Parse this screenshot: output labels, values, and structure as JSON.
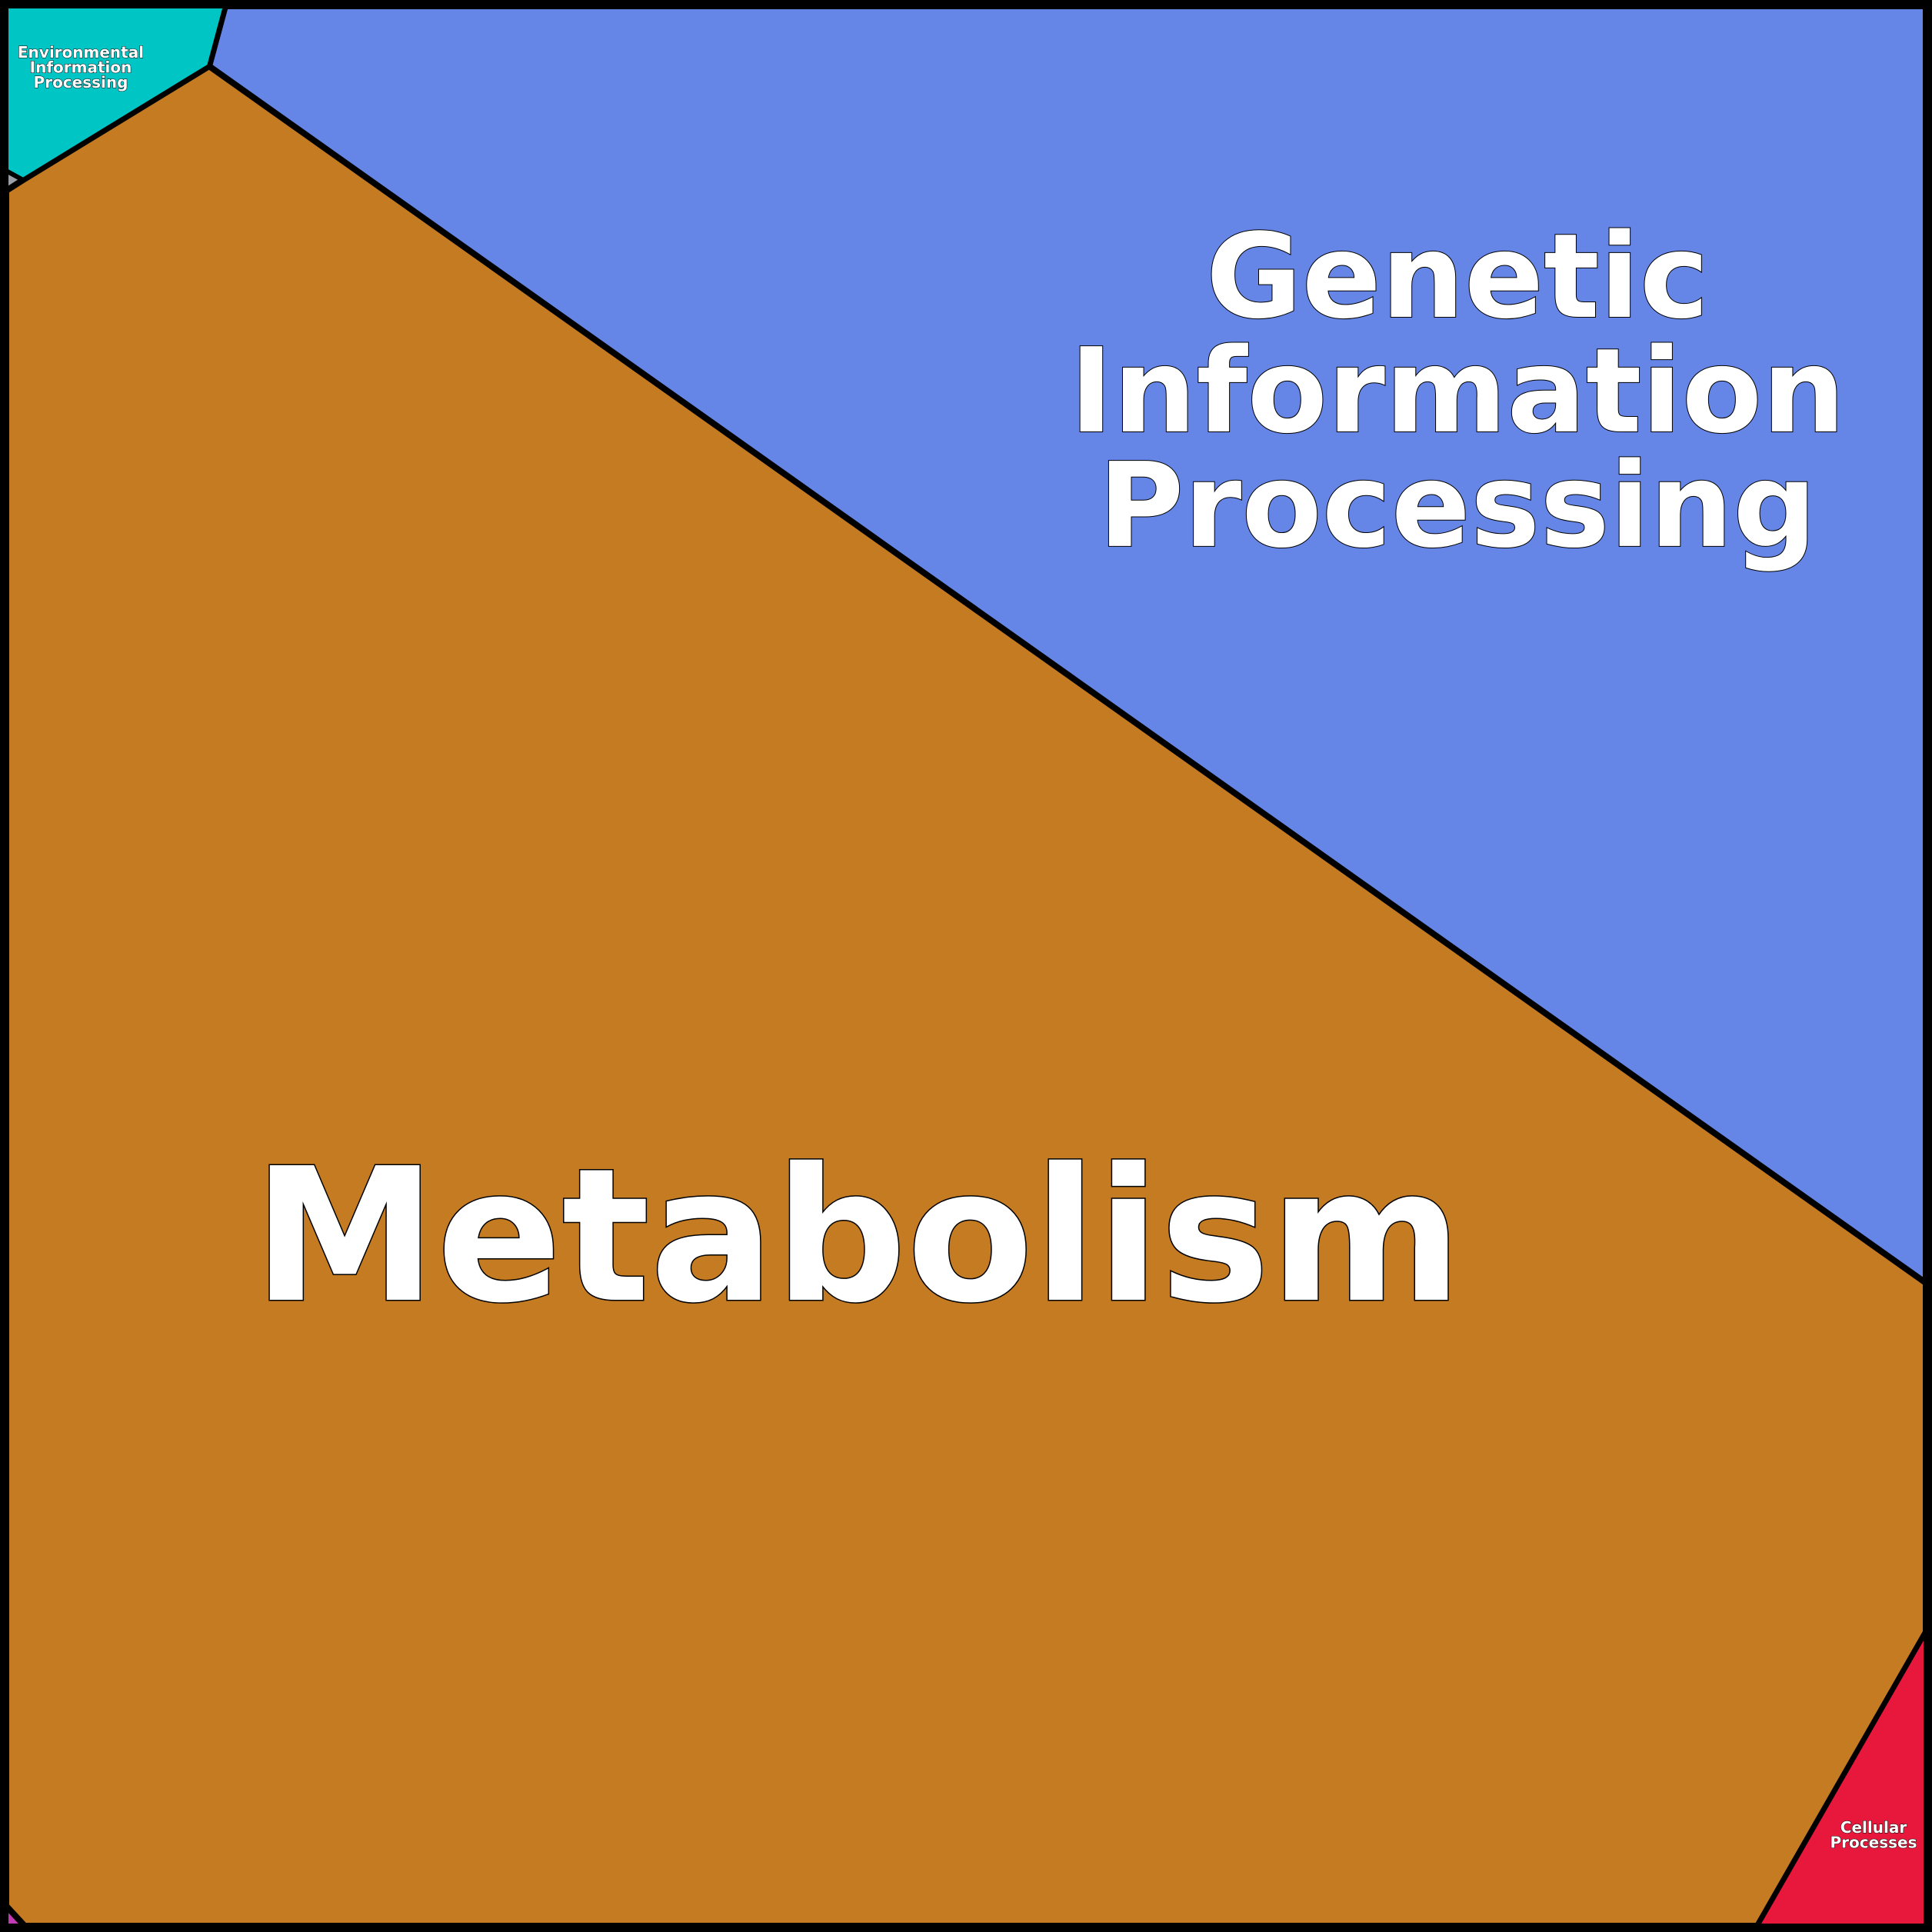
{
  "colors": {
    "border": "#000000",
    "label": "#ffffff"
  },
  "cells": [
    {
      "id": "metabolism",
      "label_lines": [
        "Metabolism"
      ],
      "color": "#c47b22"
    },
    {
      "id": "genetic-information-processing",
      "label_lines": [
        "Genetic",
        "Information",
        "Processing"
      ],
      "color": "#6586e6"
    },
    {
      "id": "environmental-information-processing",
      "label_lines": [
        "Environmental",
        "Information",
        "Processing"
      ],
      "color": "#00c5c5"
    },
    {
      "id": "cellular-processes",
      "label_lines": [
        "Cellular",
        "Processes"
      ],
      "color": "#e8183c"
    },
    {
      "id": "small-cell-left",
      "label_lines": [],
      "color": "#9aa0a6"
    },
    {
      "id": "small-cell-bottom-left",
      "label_lines": [],
      "color": "#c23bb5"
    }
  ]
}
